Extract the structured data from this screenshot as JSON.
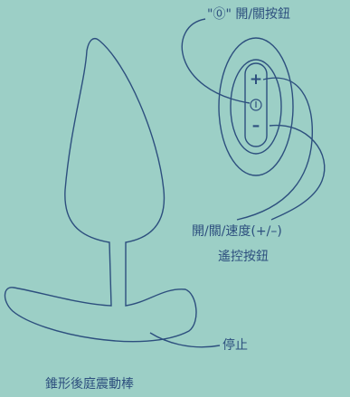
{
  "colors": {
    "background": "#9ccfc6",
    "line": "#2d4f7e",
    "text": "#2d4f7e"
  },
  "labels": {
    "power_button": "\"⓪\" 開/關按鈕",
    "on_off_speed": "開/關/速度(+/–)",
    "remote_control": "遙控按鈕",
    "stop": "停止",
    "device_name": "錐形後庭震動棒"
  },
  "remote_buttons": {
    "plus": "+",
    "minus": "–"
  }
}
